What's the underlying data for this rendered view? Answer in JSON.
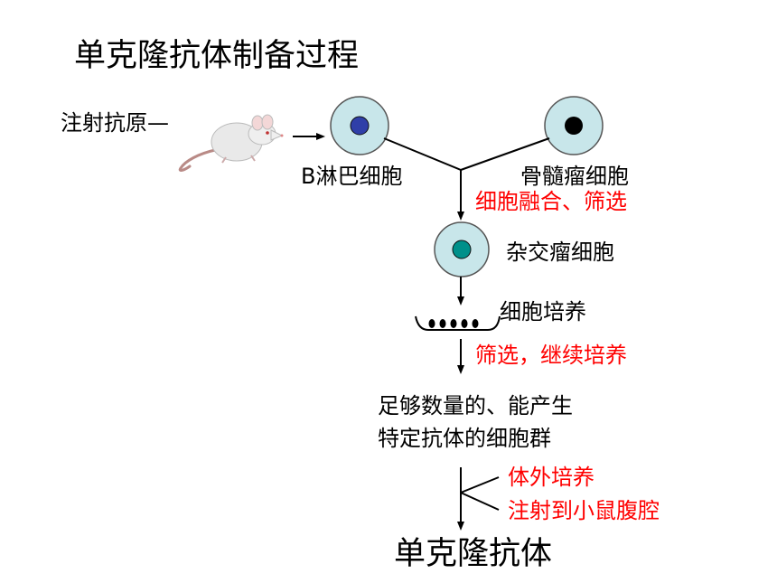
{
  "title": "单克隆抗体制备过程",
  "inject_label": "注射抗原—",
  "b_cell_label": "B淋巴细胞",
  "myeloma_label": "骨髓瘤细胞",
  "fusion_step": "细胞融合、筛选",
  "hybridoma_label": "杂交瘤细胞",
  "culture_label": "细胞培养",
  "screen_step": "筛选，继续培养",
  "cell_group_line1": "足够数量的、能产生",
  "cell_group_line2": "特定抗体的细胞群",
  "in_vitro_label": "体外培养",
  "in_vivo_label": "注射到小鼠腹腔",
  "final_label": "单克隆抗体",
  "colors": {
    "cell_fill": "#c8e6ea",
    "b_nucleus": "#2f3fa8",
    "myeloma_nucleus": "#000000",
    "hybrid_nucleus": "#00908a",
    "highlight": "#ff0000"
  }
}
